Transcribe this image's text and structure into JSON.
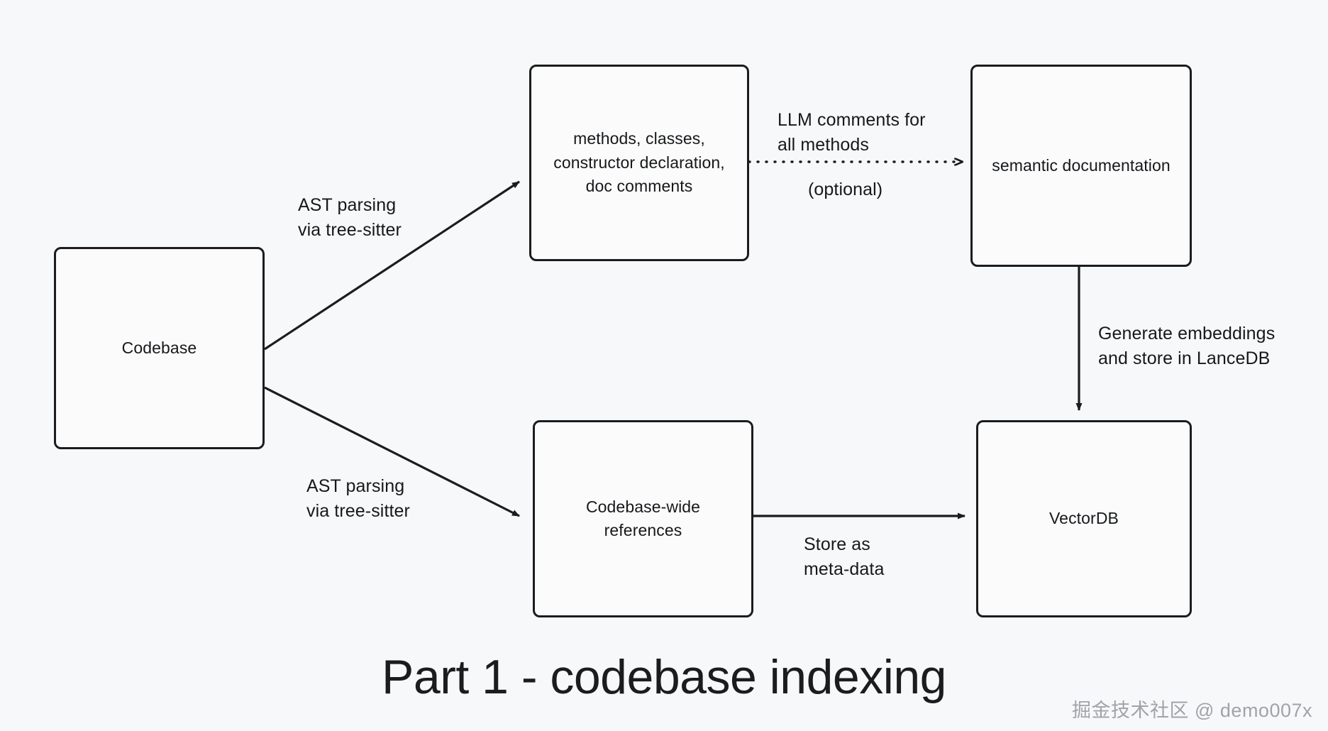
{
  "title": "Part 1 - codebase indexing",
  "watermark": "掘金技术社区 @ demo007x",
  "colors": {
    "background": "#f7f8f9",
    "node_fill": "#fbfbfc",
    "stroke": "#1b1c1e",
    "text": "#16181a",
    "watermark": "#9aa0a6"
  },
  "nodes": [
    {
      "id": "codebase",
      "label": "Codebase"
    },
    {
      "id": "ast-extracts",
      "label": "methods, classes,\nconstructor declaration,\ndoc comments"
    },
    {
      "id": "semantic-documentation",
      "label": "semantic documentation"
    },
    {
      "id": "codebase-wide-references",
      "label": "Codebase-wide\nreferences"
    },
    {
      "id": "vectordb",
      "label": "VectorDB"
    }
  ],
  "edges": [
    {
      "id": "codebase-to-ast-extracts",
      "from": "codebase",
      "to": "ast-extracts",
      "style": "solid",
      "label": "AST parsing\nvia tree-sitter"
    },
    {
      "id": "ast-extracts-to-semantic-documentation",
      "from": "ast-extracts",
      "to": "semantic-documentation",
      "style": "dotted",
      "label": "LLM comments for\nall methods",
      "sublabel": "(optional)"
    },
    {
      "id": "codebase-to-references",
      "from": "codebase",
      "to": "codebase-wide-references",
      "style": "solid",
      "label": "AST parsing\nvia tree-sitter"
    },
    {
      "id": "references-to-vectordb",
      "from": "codebase-wide-references",
      "to": "vectordb",
      "style": "solid",
      "label": "Store as\nmeta-data"
    },
    {
      "id": "semantic-documentation-to-vectordb",
      "from": "semantic-documentation",
      "to": "vectordb",
      "style": "solid",
      "label": "Generate embeddings\nand store in LanceDB"
    }
  ]
}
